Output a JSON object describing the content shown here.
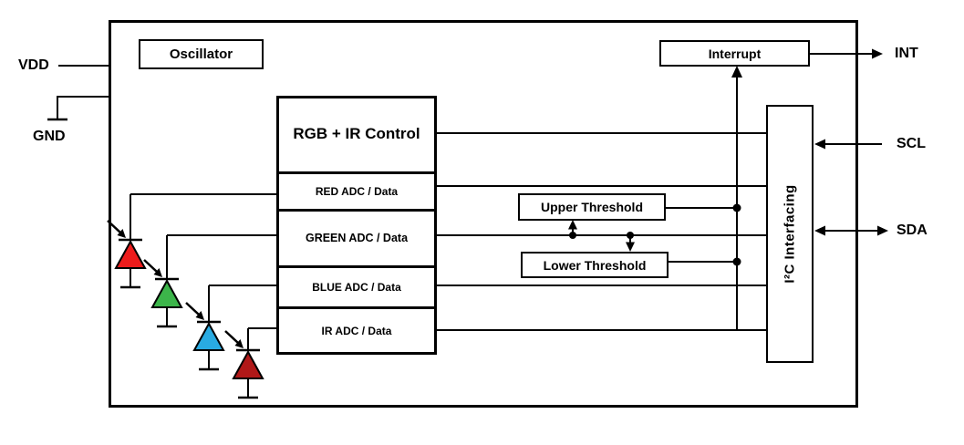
{
  "pins": {
    "vdd": "VDD",
    "gnd": "GND",
    "int": "INT",
    "scl": "SCL",
    "sda": "SDA"
  },
  "blocks": {
    "oscillator": "Oscillator",
    "control": "RGB + IR Control",
    "adc_channels": [
      "RED ADC / Data",
      "GREEN ADC / Data",
      "BLUE ADC / Data",
      "IR ADC / Data"
    ],
    "upper_threshold": "Upper Threshold",
    "lower_threshold": "Lower Threshold",
    "interrupt": "Interrupt",
    "i2c": "I²C Interfacing"
  },
  "photodiodes": [
    {
      "name": "red-photodiode",
      "color": "#ED1C1C"
    },
    {
      "name": "green-photodiode",
      "color": "#3CB54A"
    },
    {
      "name": "blue-photodiode",
      "color": "#29ABE2"
    },
    {
      "name": "ir-photodiode",
      "color": "#B01818"
    }
  ],
  "colors": {
    "line": "#000000",
    "background": "#FFFFFF"
  }
}
